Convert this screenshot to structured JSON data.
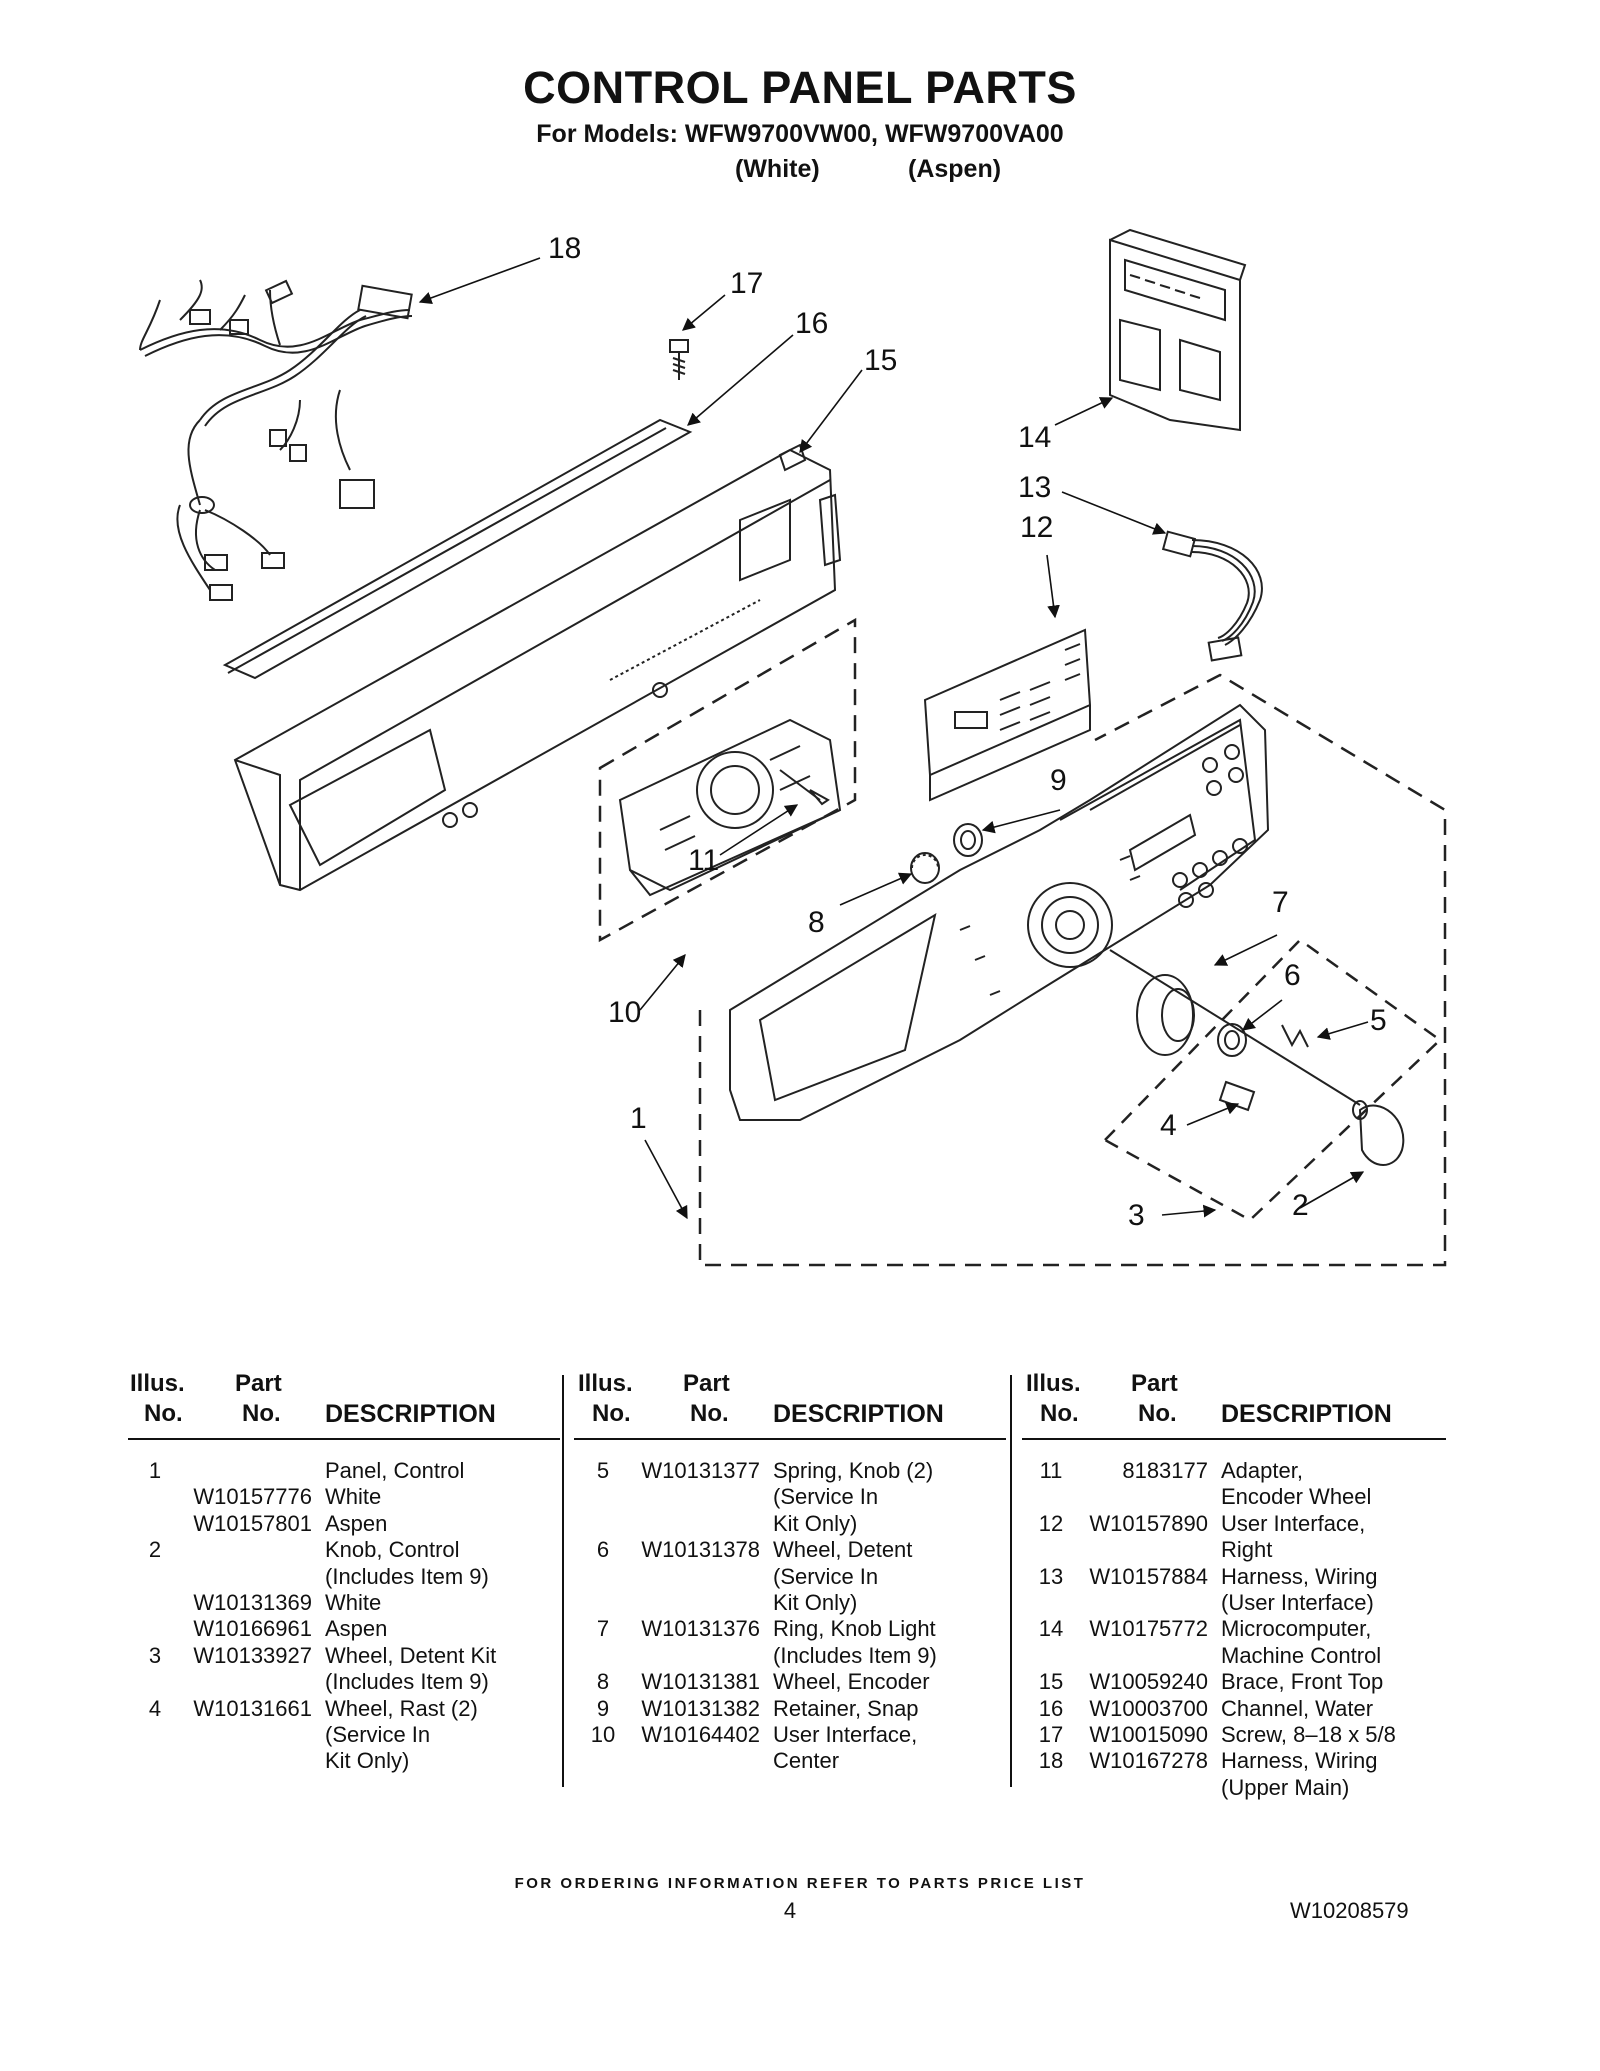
{
  "header": {
    "title": "CONTROL PANEL PARTS",
    "subtitle": "For Models: WFW9700VW00, WFW9700VA00",
    "finish_white": "(White)",
    "finish_aspen": "(Aspen)"
  },
  "callouts": [
    "18",
    "17",
    "16",
    "15",
    "14",
    "13",
    "12",
    "11",
    "10",
    "9",
    "8",
    "7",
    "6",
    "5",
    "4",
    "3",
    "2",
    "1"
  ],
  "table_headers": {
    "illus": "Illus.",
    "no": "No.",
    "part": "Part",
    "part_no": "No.",
    "description": "DESCRIPTION"
  },
  "columns": [
    [
      {
        "illus": "1",
        "part": "",
        "desc": "Panel, Control"
      },
      {
        "illus": "",
        "part": "W10157776",
        "desc": "White"
      },
      {
        "illus": "",
        "part": "W10157801",
        "desc": "Aspen"
      },
      {
        "illus": "2",
        "part": "",
        "desc": "Knob, Control"
      },
      {
        "illus": "",
        "part": "",
        "desc": "(Includes Item 9)"
      },
      {
        "illus": "",
        "part": "W10131369",
        "desc": "White"
      },
      {
        "illus": "",
        "part": "W10166961",
        "desc": "Aspen"
      },
      {
        "illus": "3",
        "part": "W10133927",
        "desc": "Wheel, Detent Kit"
      },
      {
        "illus": "",
        "part": "",
        "desc": "(Includes Item 9)"
      },
      {
        "illus": "4",
        "part": "W10131661",
        "desc": "Wheel, Rast (2)"
      },
      {
        "illus": "",
        "part": "",
        "desc": "(Service In"
      },
      {
        "illus": "",
        "part": "",
        "desc": "Kit Only)"
      }
    ],
    [
      {
        "illus": "5",
        "part": "W10131377",
        "desc": "Spring, Knob (2)"
      },
      {
        "illus": "",
        "part": "",
        "desc": "(Service In"
      },
      {
        "illus": "",
        "part": "",
        "desc": "Kit Only)"
      },
      {
        "illus": "6",
        "part": "W10131378",
        "desc": "Wheel, Detent"
      },
      {
        "illus": "",
        "part": "",
        "desc": "(Service In"
      },
      {
        "illus": "",
        "part": "",
        "desc": "Kit Only)"
      },
      {
        "illus": "7",
        "part": "W10131376",
        "desc": "Ring, Knob Light"
      },
      {
        "illus": "",
        "part": "",
        "desc": "(Includes Item 9)"
      },
      {
        "illus": "8",
        "part": "W10131381",
        "desc": "Wheel, Encoder"
      },
      {
        "illus": "9",
        "part": "W10131382",
        "desc": "Retainer, Snap"
      },
      {
        "illus": "10",
        "part": "W10164402",
        "desc": "User Interface,"
      },
      {
        "illus": "",
        "part": "",
        "desc": "Center"
      }
    ],
    [
      {
        "illus": "11",
        "part": "8183177",
        "desc": "Adapter,"
      },
      {
        "illus": "",
        "part": "",
        "desc": "Encoder Wheel"
      },
      {
        "illus": "12",
        "part": "W10157890",
        "desc": "User Interface,"
      },
      {
        "illus": "",
        "part": "",
        "desc": "Right"
      },
      {
        "illus": "13",
        "part": "W10157884",
        "desc": "Harness, Wiring"
      },
      {
        "illus": "",
        "part": "",
        "desc": "(User Interface)"
      },
      {
        "illus": "14",
        "part": "W10175772",
        "desc": "Microcomputer,"
      },
      {
        "illus": "",
        "part": "",
        "desc": "Machine Control"
      },
      {
        "illus": "15",
        "part": "W10059240",
        "desc": "Brace, Front Top"
      },
      {
        "illus": "16",
        "part": "W10003700",
        "desc": "Channel, Water"
      },
      {
        "illus": "17",
        "part": "W10015090",
        "desc": "Screw, 8–18 x 5/8"
      },
      {
        "illus": "18",
        "part": "W10167278",
        "desc": "Harness, Wiring"
      },
      {
        "illus": "",
        "part": "",
        "desc": "(Upper Main)"
      }
    ]
  ],
  "footer": {
    "ordering_note": "FOR ORDERING INFORMATION REFER TO PARTS PRICE LIST",
    "page_number": "4",
    "document_number": "W10208579"
  }
}
